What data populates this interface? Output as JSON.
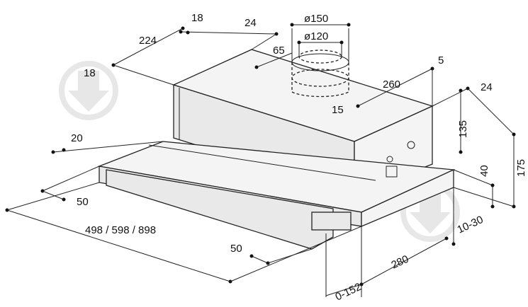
{
  "dimensions": {
    "d150": "ø150",
    "d120": "ø120",
    "d18_top": "18",
    "d24_top": "24",
    "d224": "224",
    "d18_left": "18",
    "d65": "65",
    "d5": "5",
    "d260": "260",
    "d24_right": "24",
    "d15": "15",
    "d135": "135",
    "d175": "175",
    "d40": "40",
    "d20": "20",
    "d50_left": "50",
    "d498": "498 / 598 / 898",
    "d50_bottom": "50",
    "d280": "280",
    "d10_30": "10-30",
    "d0_152": "0-152"
  },
  "watermarks": [
    "download-arrow-watermark-left",
    "download-arrow-watermark-right"
  ]
}
